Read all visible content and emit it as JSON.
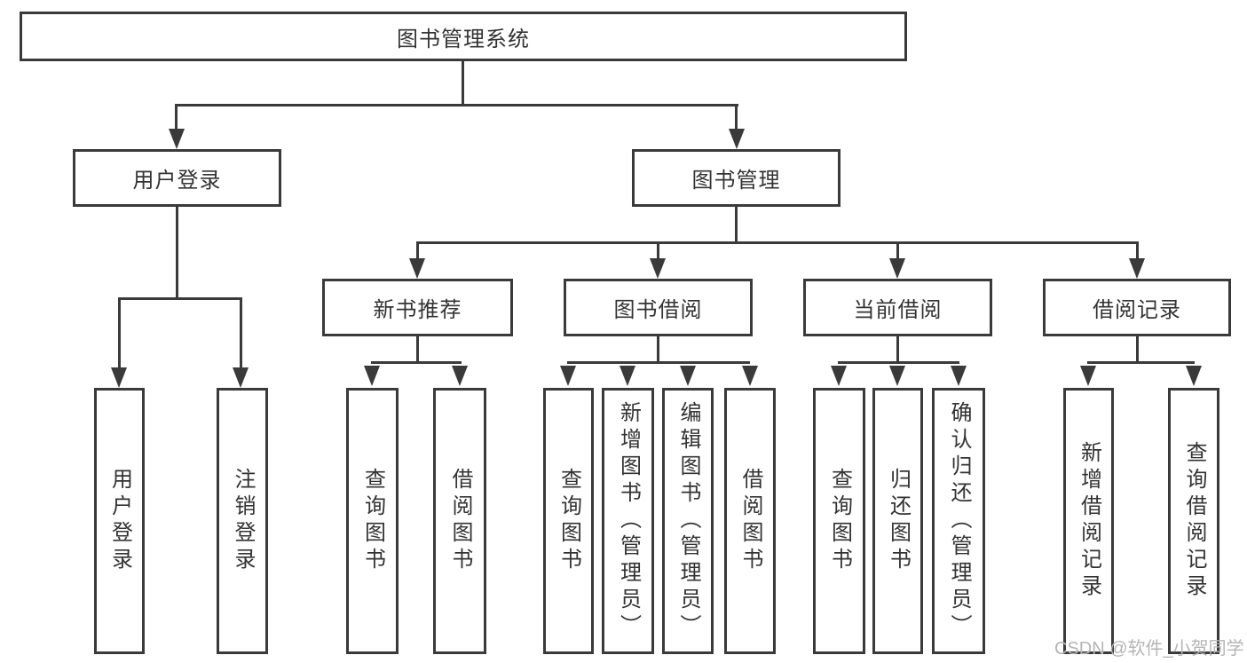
{
  "theme": {
    "background": "#ffffff",
    "line_color": "#3a3a3a",
    "text_color": "#333333",
    "watermark_color": "#b5b5b5"
  },
  "diagram": {
    "root": {
      "label": "图书管理系统"
    },
    "level1": [
      {
        "label": "用户登录",
        "children": [
          "用户登录",
          "注销登录"
        ]
      },
      {
        "label": "图书管理"
      }
    ],
    "level2": [
      {
        "label": "新书推荐",
        "children": [
          "查询图书",
          "借阅图书"
        ]
      },
      {
        "label": "图书借阅",
        "children": [
          "查询图书",
          "新增图书（管理员）",
          "编辑图书（管理员）",
          "借阅图书"
        ]
      },
      {
        "label": "当前借阅",
        "children": [
          "查询图书",
          "归还图书",
          "确认归还（管理员）"
        ]
      },
      {
        "label": "借阅记录",
        "children": [
          "新增借阅记录",
          "查询借阅记录"
        ]
      }
    ]
  },
  "watermark": {
    "text": "CSDN @软件_小贺同学"
  }
}
